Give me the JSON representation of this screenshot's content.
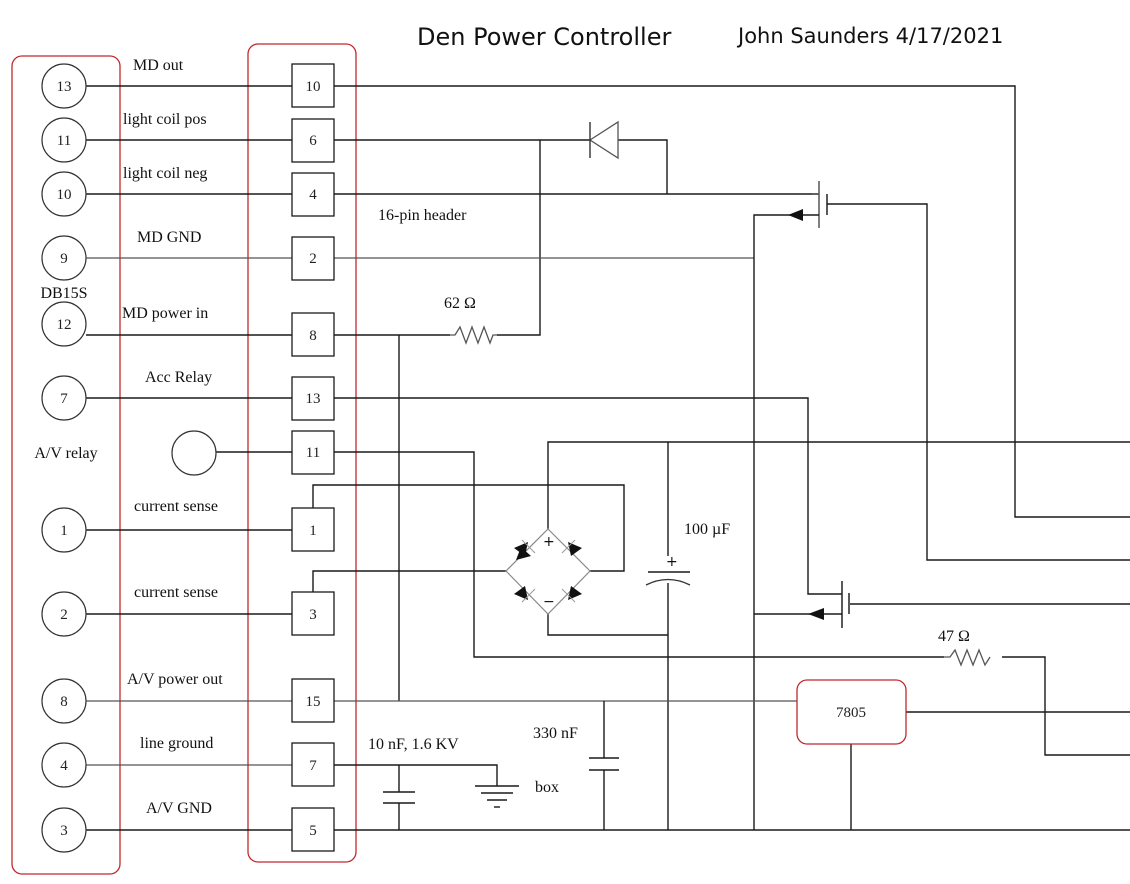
{
  "title": "Den Power Controller",
  "author_date": "John Saunders 4/17/2021",
  "connectors": {
    "db15": {
      "name": "DB15S",
      "pins": [
        "13",
        "11",
        "10",
        "9",
        "12",
        "7",
        "1",
        "2",
        "8",
        "4",
        "3"
      ]
    },
    "header": {
      "name": "16-pin header",
      "pins": [
        "10",
        "6",
        "4",
        "2",
        "8",
        "13",
        "11",
        "1",
        "3",
        "15",
        "7",
        "5"
      ]
    },
    "av_relay_label": "A/V relay"
  },
  "signals": [
    "MD out",
    "light coil pos",
    "light coil neg",
    "MD GND",
    "MD power in",
    "Acc Relay",
    "current sense",
    "current sense",
    "A/V power out",
    "line ground",
    "A/V GND"
  ],
  "components": {
    "r1": "62 Ω",
    "r2": "47 Ω",
    "c_electrolytic": "100 µF",
    "c_hv": "10 nF, 1.6 KV",
    "c_330": "330 nF",
    "regulator": "7805",
    "ground_label": "box",
    "bridge_plus": "+",
    "bridge_minus": "−",
    "cap_plus": "+"
  }
}
